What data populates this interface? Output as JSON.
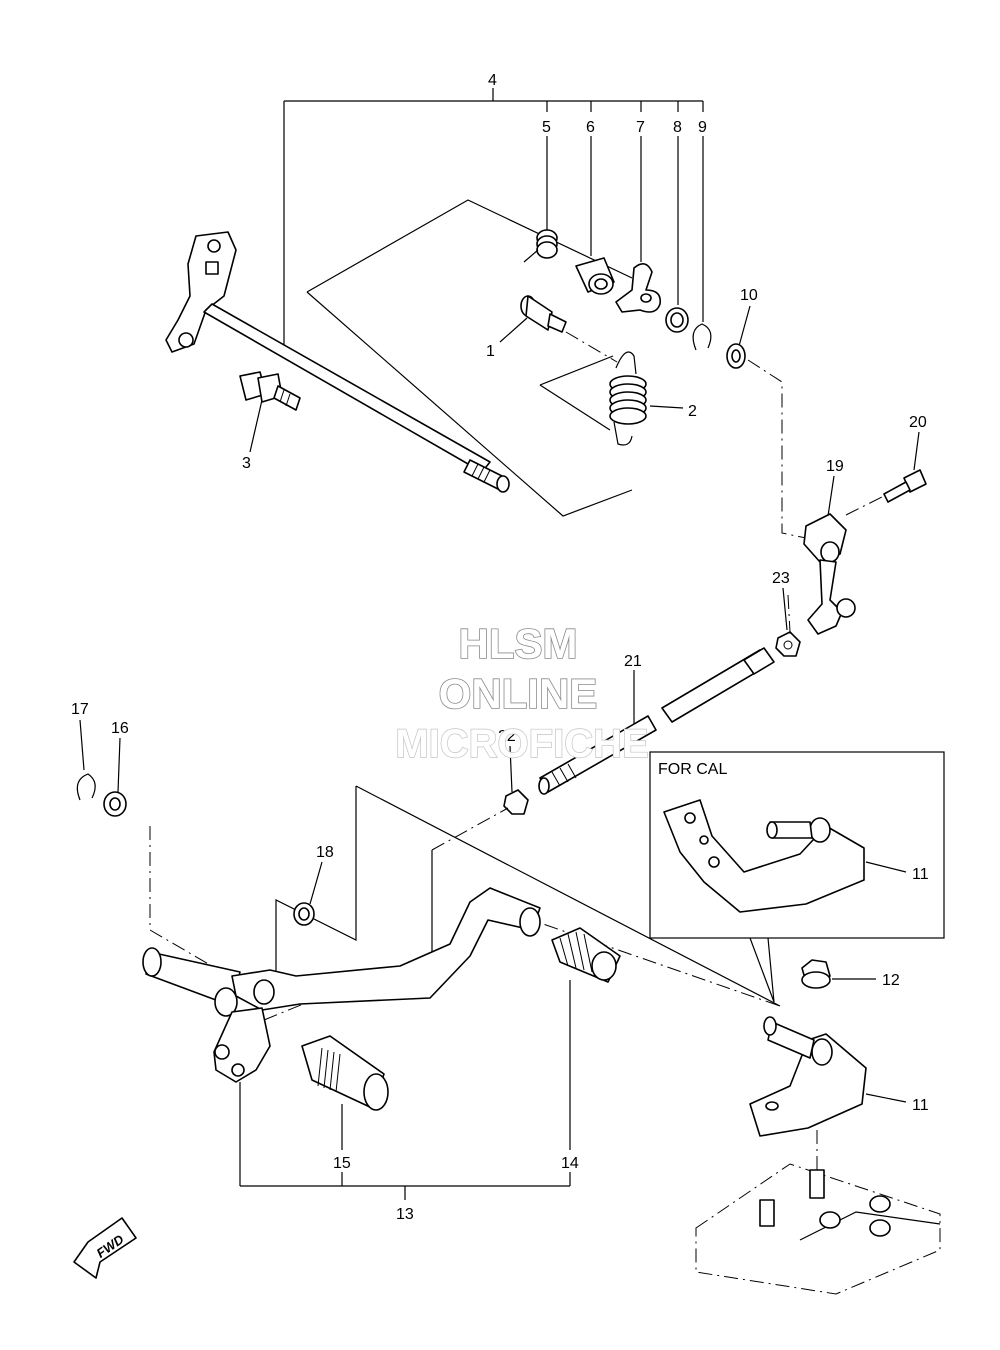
{
  "watermark": {
    "line1": "HLSM",
    "line2": "ONLINE",
    "line3": "MICROFICHE"
  },
  "inset": {
    "label": "FOR CAL"
  },
  "fwd_arrow": {
    "label": "FWD"
  },
  "callouts": [
    "1",
    "2",
    "3",
    "4",
    "5",
    "6",
    "7",
    "8",
    "9",
    "10",
    "11",
    "11",
    "12",
    "13",
    "14",
    "15",
    "16",
    "17",
    "18",
    "19",
    "20",
    "21",
    "22",
    "23"
  ]
}
